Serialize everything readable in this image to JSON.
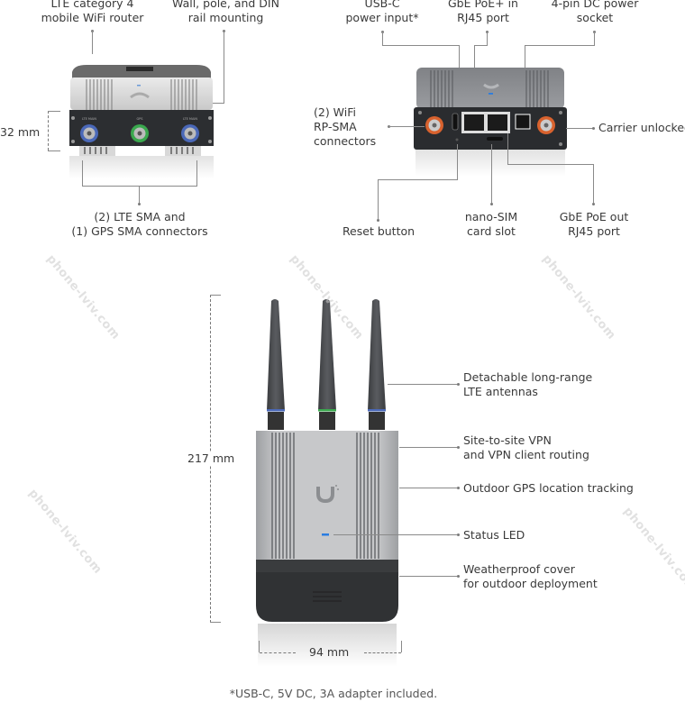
{
  "top_left": {
    "labels": {
      "lte_router": "LTE category 4\nmobile WiFi router",
      "mounting": "Wall, pole, and DIN\nrail mounting",
      "sma": "(2) LTE SMA and\n(1) GPS SMA connectors",
      "height_dim": "32 mm"
    },
    "port_labels": [
      "LTE MAIN",
      "GPS",
      "LTE MAIN"
    ]
  },
  "top_right": {
    "labels": {
      "usbc": "USB-C\npower input*",
      "poe_in": "GbE PoE+ in\nRJ45 port",
      "dc": "4-pin DC power\nsocket",
      "wifi": "(2) WiFi\nRP-SMA\nconnectors",
      "carrier": "Carrier unlocked",
      "reset": "Reset button",
      "sim": "nano-SIM\ncard slot",
      "poe_out": "GbE PoE out\nRJ45 port"
    }
  },
  "bottom": {
    "labels": {
      "antennas": "Detachable long-range\nLTE antennas",
      "vpn": "Site-to-site VPN\nand VPN client routing",
      "gps": "Outdoor GPS location tracking",
      "led": "Status LED",
      "cover": "Weatherproof cover\nfor outdoor deployment",
      "height_dim": "217 mm",
      "width_dim": "94 mm"
    }
  },
  "footnote": "*USB-C, 5V DC, 3A adapter included.",
  "watermark": "phone-lviv.com",
  "colors": {
    "lte_ring": "#4a68b8",
    "gps_ring": "#3aa84e",
    "wifi_ring": "#d8622e",
    "led": "#2a7de1"
  }
}
